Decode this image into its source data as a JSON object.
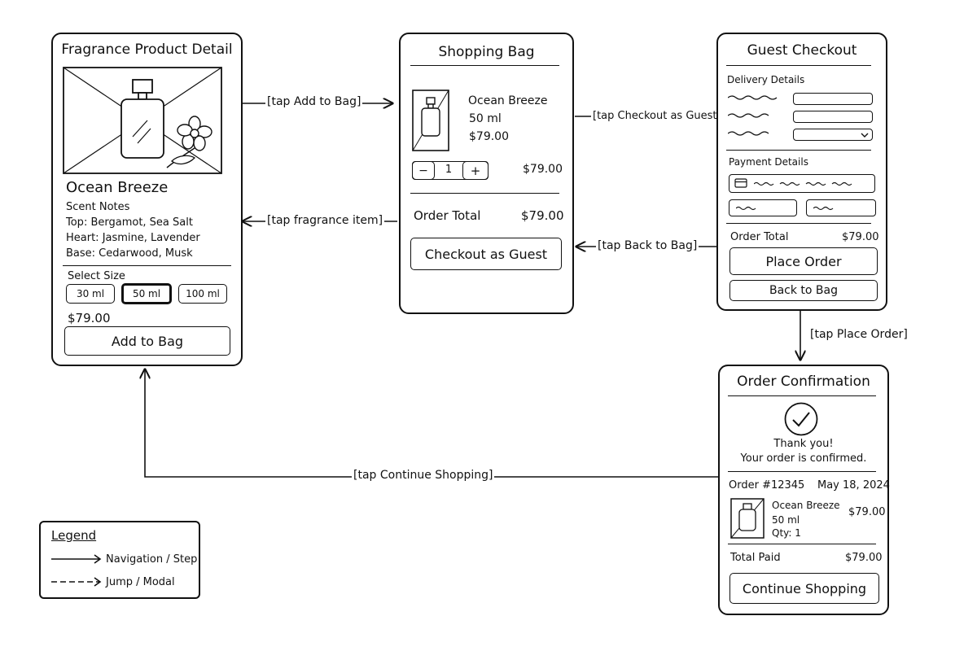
{
  "screens": {
    "product": {
      "title": "Fragrance Product Detail",
      "product_name": "Ocean Breeze",
      "notes_heading": "Scent Notes",
      "notes": [
        "Top: Bergamot, Sea Salt",
        "Heart: Jasmine, Lavender",
        "Base: Cedarwood, Musk"
      ],
      "size_label": "Select Size",
      "sizes": [
        "30 ml",
        "50 ml",
        "100 ml"
      ],
      "selected_size": "50 ml",
      "price": "$79.00",
      "add_button": "Add to Bag"
    },
    "bag": {
      "title": "Shopping Bag",
      "item_name": "Ocean Breeze",
      "item_size": "50 ml",
      "item_price": "$79.00",
      "qty_minus": "−",
      "qty_value": "1",
      "qty_plus": "+",
      "line_total": "$79.00",
      "order_total_label": "Order Total",
      "order_total_value": "$79.00",
      "checkout_button": "Checkout as Guest"
    },
    "checkout": {
      "title": "Guest Checkout",
      "delivery_heading": "Delivery Details",
      "payment_heading": "Payment Details",
      "order_total_label": "Order Total",
      "order_total_value": "$79.00",
      "place_button": "Place Order",
      "back_button": "Back to Bag"
    },
    "confirmation": {
      "title": "Order Confirmation",
      "thanks_line1": "Thank you!",
      "thanks_line2": "Your order is confirmed.",
      "order_number": "Order #12345",
      "order_date": "May 18, 2024",
      "item_name": "Ocean Breeze",
      "item_size": "50 ml",
      "item_qty": "Qty: 1",
      "item_price": "$79.00",
      "total_paid_label": "Total Paid",
      "total_paid_value": "$79.00",
      "continue_button": "Continue Shopping"
    }
  },
  "transitions": {
    "add_to_bag": "[tap Add to Bag]",
    "checkout_as_guest": "[tap Checkout as Guest]",
    "fragrance_item": "[tap fragrance item]",
    "back_to_bag": "[tap Back to Bag]",
    "place_order": "[tap Place Order]",
    "continue_shopping": "[tap Continue Shopping]"
  },
  "legend": {
    "title": "Legend",
    "navigation": "Navigation / Step",
    "jump": "Jump / Modal"
  }
}
